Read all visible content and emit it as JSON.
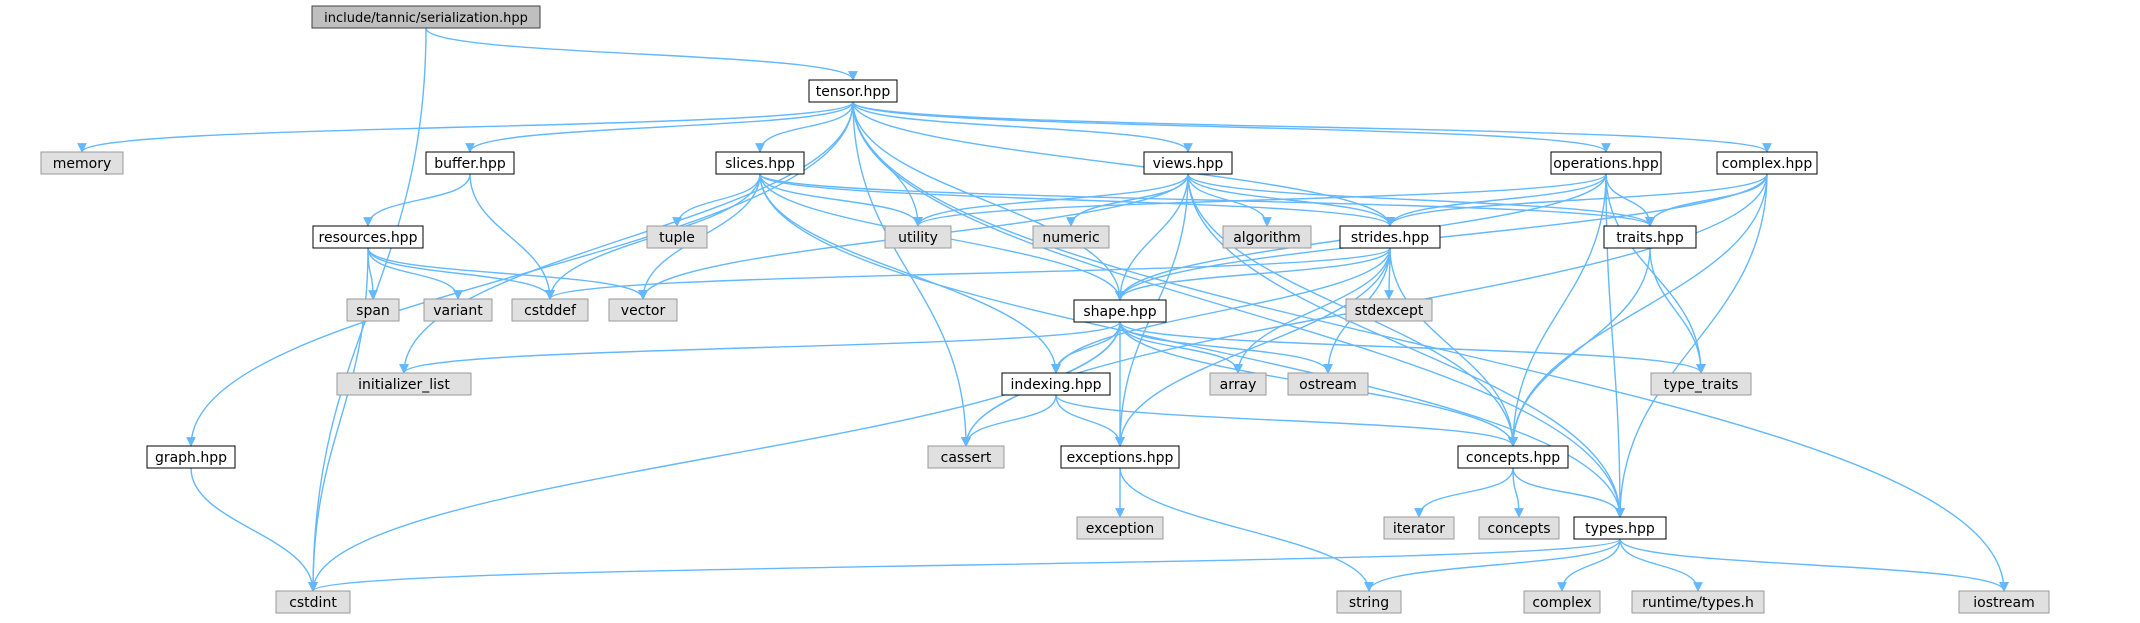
{
  "graph": {
    "colors": {
      "edge": "#63b8ff",
      "root_fill": "#bfbfbf",
      "root_stroke": "#404040",
      "header_fill": "#ffffff",
      "header_stroke": "#000000",
      "system_fill": "#e0e0e0",
      "system_stroke": "#999999"
    },
    "nodes": [
      {
        "id": "root",
        "label": "include/tannic/serialization.hpp",
        "kind": "root"
      },
      {
        "id": "tensor",
        "label": "tensor.hpp",
        "kind": "header"
      },
      {
        "id": "memory",
        "label": "memory",
        "kind": "system"
      },
      {
        "id": "graph",
        "label": "graph.hpp",
        "kind": "header"
      },
      {
        "id": "buffer",
        "label": "buffer.hpp",
        "kind": "header"
      },
      {
        "id": "resources",
        "label": "resources.hpp",
        "kind": "header"
      },
      {
        "id": "slices",
        "label": "slices.hpp",
        "kind": "header"
      },
      {
        "id": "views",
        "label": "views.hpp",
        "kind": "header"
      },
      {
        "id": "operations",
        "label": "operations.hpp",
        "kind": "header"
      },
      {
        "id": "complexh",
        "label": "complex.hpp",
        "kind": "header"
      },
      {
        "id": "traits",
        "label": "traits.hpp",
        "kind": "header"
      },
      {
        "id": "strides",
        "label": "strides.hpp",
        "kind": "header"
      },
      {
        "id": "shape",
        "label": "shape.hpp",
        "kind": "header"
      },
      {
        "id": "indexing",
        "label": "indexing.hpp",
        "kind": "header"
      },
      {
        "id": "exceptions",
        "label": "exceptions.hpp",
        "kind": "header"
      },
      {
        "id": "concepts_h",
        "label": "concepts.hpp",
        "kind": "header"
      },
      {
        "id": "types",
        "label": "types.hpp",
        "kind": "header"
      },
      {
        "id": "tuple",
        "label": "tuple",
        "kind": "system"
      },
      {
        "id": "utility",
        "label": "utility",
        "kind": "system"
      },
      {
        "id": "numeric",
        "label": "numeric",
        "kind": "system"
      },
      {
        "id": "algorithm",
        "label": "algorithm",
        "kind": "system"
      },
      {
        "id": "span",
        "label": "span",
        "kind": "system"
      },
      {
        "id": "variant",
        "label": "variant",
        "kind": "system"
      },
      {
        "id": "cstddef",
        "label": "cstddef",
        "kind": "system"
      },
      {
        "id": "vector",
        "label": "vector",
        "kind": "system"
      },
      {
        "id": "stdexcept",
        "label": "stdexcept",
        "kind": "system"
      },
      {
        "id": "initializer_list",
        "label": "initializer_list",
        "kind": "system"
      },
      {
        "id": "array",
        "label": "array",
        "kind": "system"
      },
      {
        "id": "ostream",
        "label": "ostream",
        "kind": "system"
      },
      {
        "id": "type_traits",
        "label": "type_traits",
        "kind": "system"
      },
      {
        "id": "cassert",
        "label": "cassert",
        "kind": "system"
      },
      {
        "id": "exception",
        "label": "exception",
        "kind": "system"
      },
      {
        "id": "iterator",
        "label": "iterator",
        "kind": "system"
      },
      {
        "id": "concepts_s",
        "label": "concepts",
        "kind": "system"
      },
      {
        "id": "cstdint",
        "label": "cstdint",
        "kind": "system"
      },
      {
        "id": "string",
        "label": "string",
        "kind": "system"
      },
      {
        "id": "complex_s",
        "label": "complex",
        "kind": "system"
      },
      {
        "id": "runtime_types",
        "label": "runtime/types.h",
        "kind": "system"
      },
      {
        "id": "iostream",
        "label": "iostream",
        "kind": "system"
      }
    ],
    "edges": [
      [
        "root",
        "tensor"
      ],
      [
        "root",
        "cstdint"
      ],
      [
        "tensor",
        "memory"
      ],
      [
        "tensor",
        "graph"
      ],
      [
        "tensor",
        "initializer_list"
      ],
      [
        "tensor",
        "buffer"
      ],
      [
        "tensor",
        "slices"
      ],
      [
        "tensor",
        "cassert"
      ],
      [
        "tensor",
        "utility"
      ],
      [
        "tensor",
        "shape"
      ],
      [
        "tensor",
        "views"
      ],
      [
        "tensor",
        "strides"
      ],
      [
        "tensor",
        "operations"
      ],
      [
        "tensor",
        "complexh"
      ],
      [
        "tensor",
        "types"
      ],
      [
        "tensor",
        "iostream"
      ],
      [
        "graph",
        "cstdint"
      ],
      [
        "buffer",
        "resources"
      ],
      [
        "buffer",
        "cstddef"
      ],
      [
        "resources",
        "span"
      ],
      [
        "resources",
        "variant"
      ],
      [
        "resources",
        "cstddef"
      ],
      [
        "resources",
        "vector"
      ],
      [
        "resources",
        "cstdint"
      ],
      [
        "slices",
        "tuple"
      ],
      [
        "slices",
        "utility"
      ],
      [
        "slices",
        "cstddef"
      ],
      [
        "slices",
        "vector"
      ],
      [
        "slices",
        "shape"
      ],
      [
        "slices",
        "strides"
      ],
      [
        "slices",
        "indexing"
      ],
      [
        "slices",
        "traits"
      ],
      [
        "slices",
        "types"
      ],
      [
        "views",
        "utility"
      ],
      [
        "views",
        "numeric"
      ],
      [
        "views",
        "algorithm"
      ],
      [
        "views",
        "vector"
      ],
      [
        "views",
        "shape"
      ],
      [
        "views",
        "strides"
      ],
      [
        "views",
        "traits"
      ],
      [
        "views",
        "exceptions"
      ],
      [
        "views",
        "concepts_h"
      ],
      [
        "views",
        "types"
      ],
      [
        "operations",
        "utility"
      ],
      [
        "operations",
        "strides"
      ],
      [
        "operations",
        "shape"
      ],
      [
        "operations",
        "traits"
      ],
      [
        "operations",
        "type_traits"
      ],
      [
        "operations",
        "concepts_h"
      ],
      [
        "operations",
        "types"
      ],
      [
        "complexh",
        "strides"
      ],
      [
        "complexh",
        "shape"
      ],
      [
        "complexh",
        "traits"
      ],
      [
        "complexh",
        "concepts_h"
      ],
      [
        "complexh",
        "cassert"
      ],
      [
        "complexh",
        "types"
      ],
      [
        "traits",
        "type_traits"
      ],
      [
        "traits",
        "concepts_h"
      ],
      [
        "strides",
        "cstddef"
      ],
      [
        "strides",
        "shape"
      ],
      [
        "strides",
        "stdexcept"
      ],
      [
        "strides",
        "array"
      ],
      [
        "strides",
        "ostream"
      ],
      [
        "strides",
        "indexing"
      ],
      [
        "strides",
        "exceptions"
      ],
      [
        "strides",
        "concepts_h"
      ],
      [
        "shape",
        "initializer_list"
      ],
      [
        "shape",
        "array"
      ],
      [
        "shape",
        "ostream"
      ],
      [
        "shape",
        "type_traits"
      ],
      [
        "shape",
        "cassert"
      ],
      [
        "shape",
        "indexing"
      ],
      [
        "shape",
        "exceptions"
      ],
      [
        "shape",
        "concepts_h"
      ],
      [
        "shape",
        "cstdint"
      ],
      [
        "indexing",
        "cassert"
      ],
      [
        "indexing",
        "exceptions"
      ],
      [
        "indexing",
        "concepts_h"
      ],
      [
        "exceptions",
        "exception"
      ],
      [
        "exceptions",
        "string"
      ],
      [
        "concepts_h",
        "iterator"
      ],
      [
        "concepts_h",
        "concepts_s"
      ],
      [
        "concepts_h",
        "types"
      ],
      [
        "types",
        "cstdint"
      ],
      [
        "types",
        "string"
      ],
      [
        "types",
        "complex_s"
      ],
      [
        "types",
        "runtime_types"
      ],
      [
        "types",
        "iostream"
      ]
    ]
  }
}
